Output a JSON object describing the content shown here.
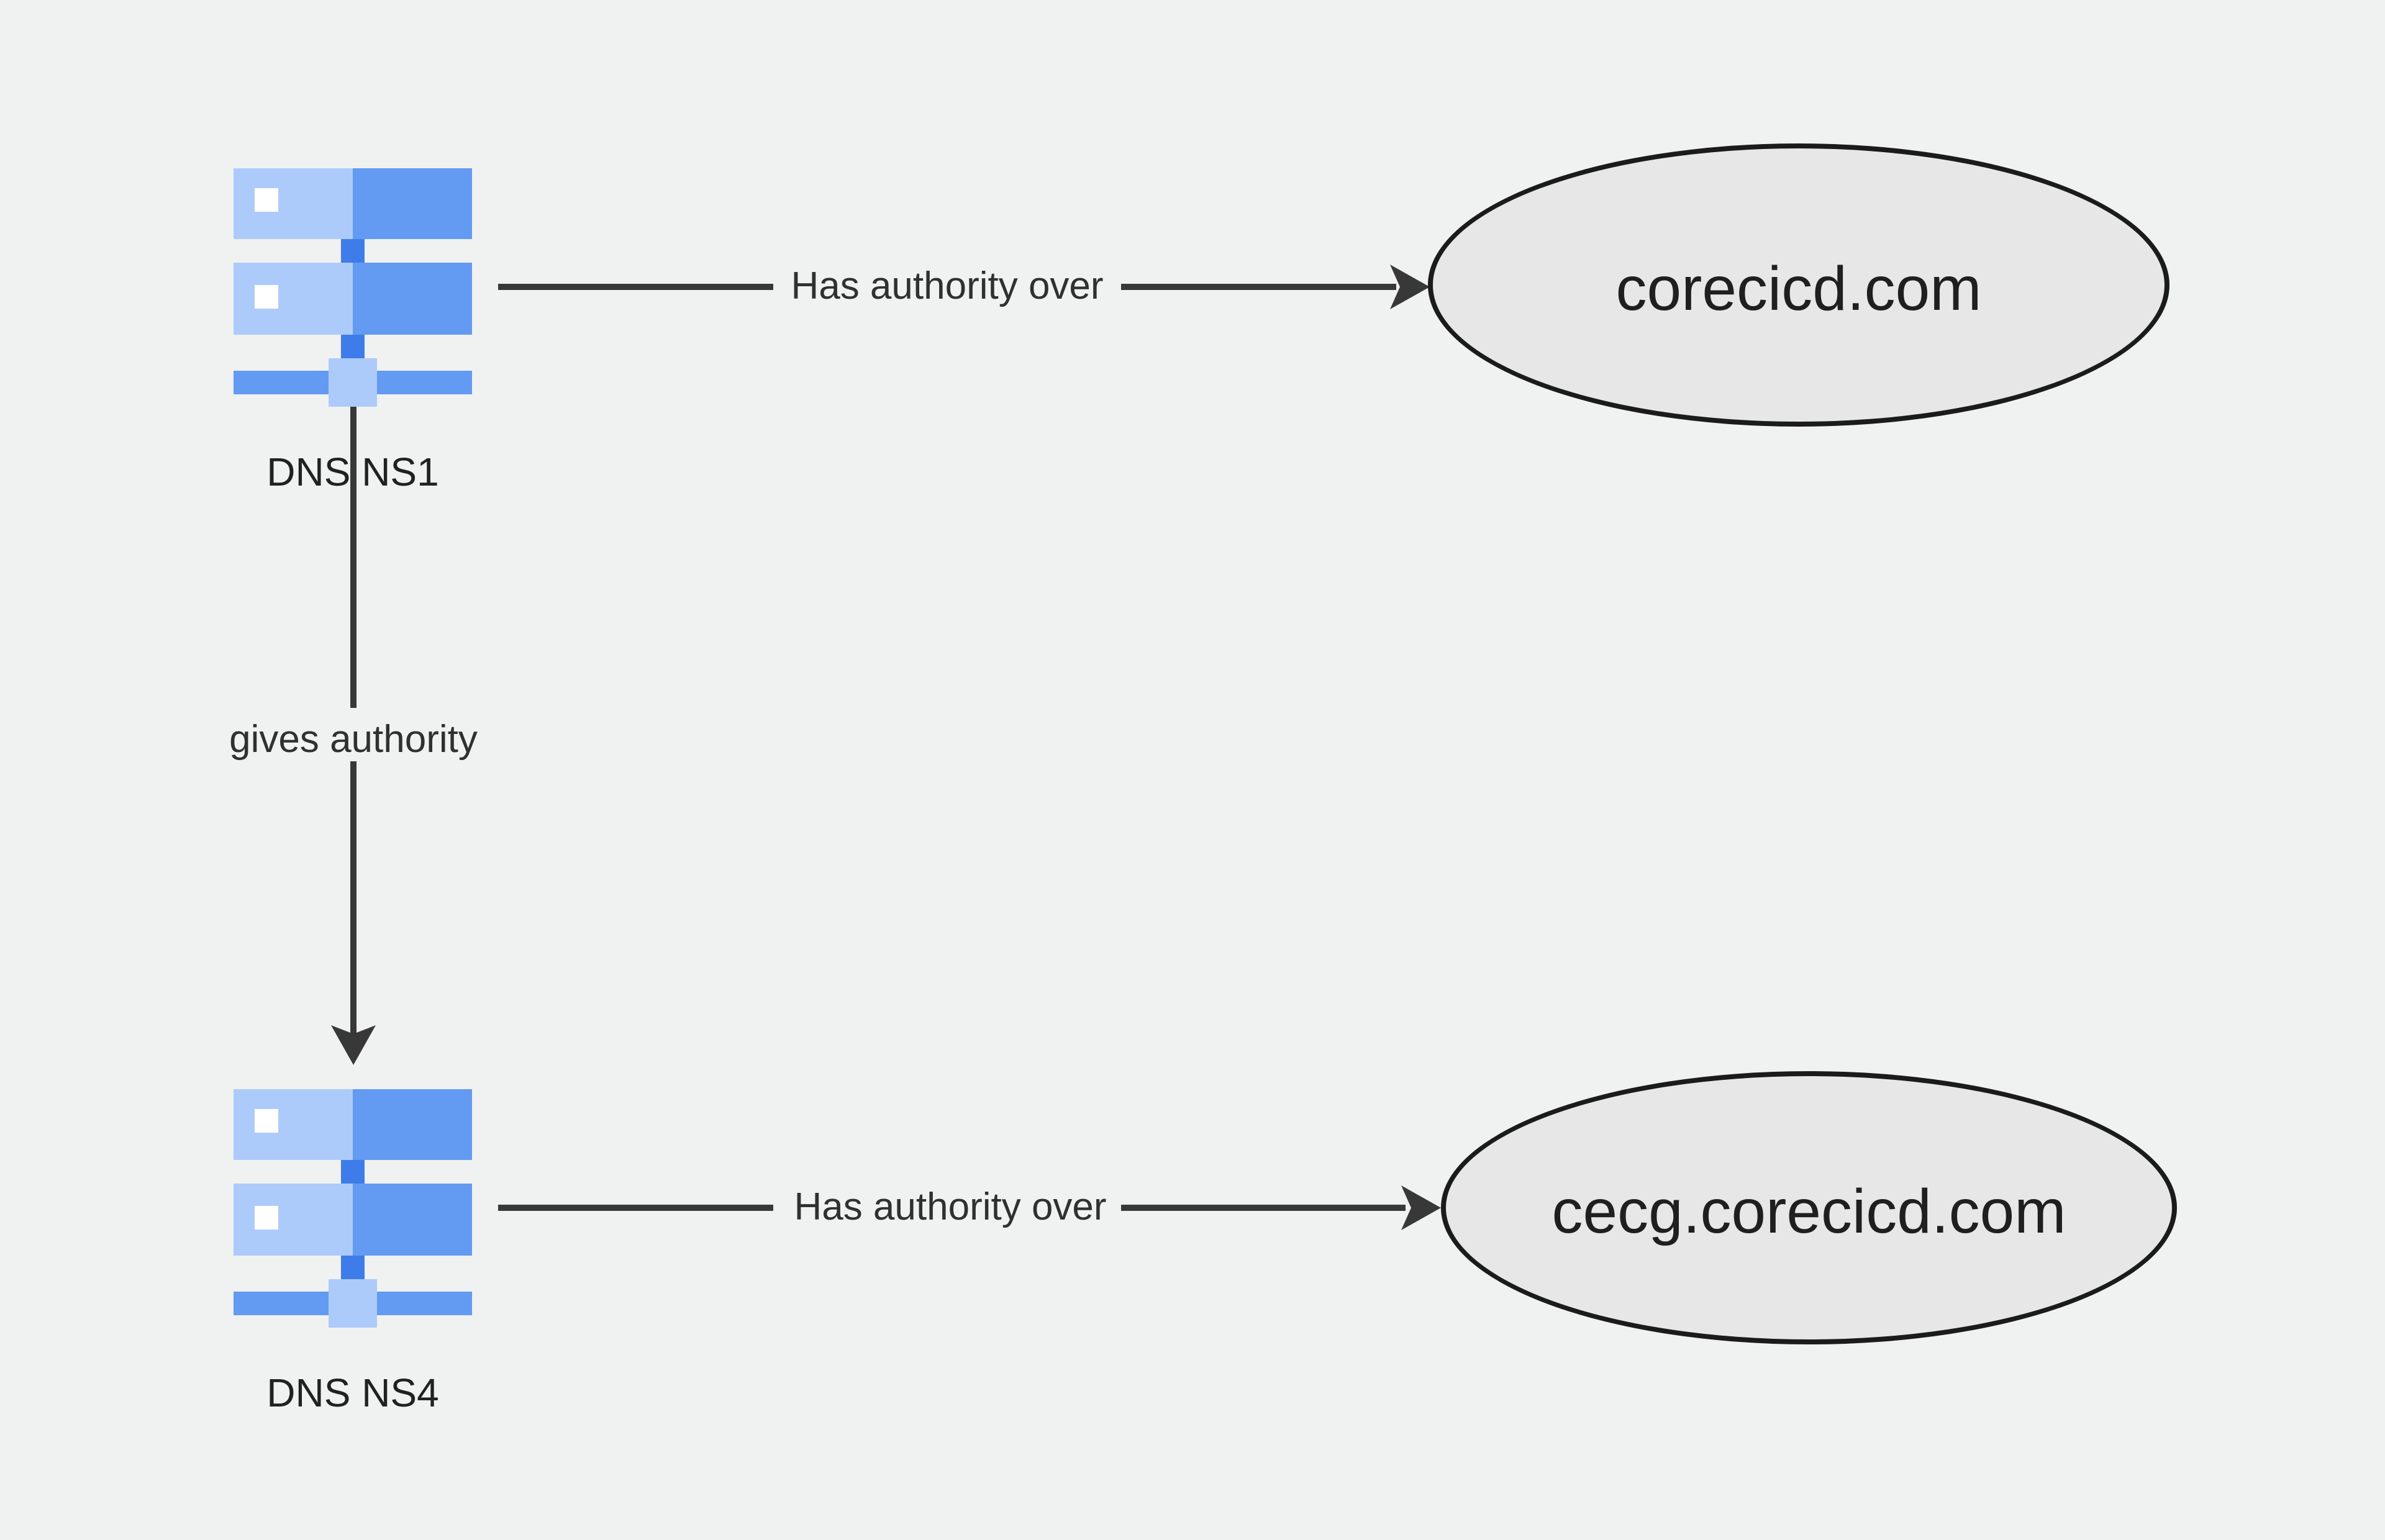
{
  "diagram": {
    "background_color": "#f0f1f1",
    "nodes": {
      "dns_ns1": {
        "label": "DNS NS1",
        "icon": "dns-server-icon"
      },
      "dns_ns4": {
        "label": "DNS NS4",
        "icon": "dns-server-icon"
      },
      "corecicd": {
        "label": "corecicd.com",
        "shape": "ellipse"
      },
      "cecg_corecicd": {
        "label": "cecg.corecicd.com",
        "shape": "ellipse"
      }
    },
    "edges": [
      {
        "from": "dns_ns1",
        "to": "corecicd",
        "label": "Has authority over",
        "direction": "right"
      },
      {
        "from": "dns_ns1",
        "to": "dns_ns4",
        "label": "gives authority",
        "direction": "down"
      },
      {
        "from": "dns_ns4",
        "to": "cecg_corecicd",
        "label": "Has authority over",
        "direction": "right"
      }
    ],
    "colors": {
      "edge_line": "#383838",
      "ellipse_fill": "#e7e7e7",
      "ellipse_stroke": "#1b1b1b",
      "edge_label_text": "#303030",
      "node_label_text": "#212121",
      "icon_blue_light": "#adcbfa",
      "icon_blue_medium": "#639af2",
      "icon_blue_bright": "#3e7de9"
    }
  }
}
